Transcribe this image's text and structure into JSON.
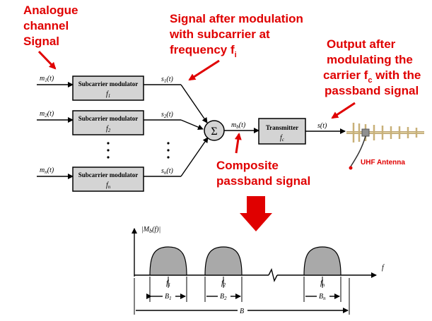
{
  "callouts": {
    "analogue_line1": "Analogue",
    "analogue_line2": "channel",
    "analogue_line3": "Signal",
    "modulation_line1": "Signal after modulation",
    "modulation_line2": "with subcarrier at",
    "modulation_line3": "frequency f",
    "modulation_sub": "i",
    "output_line1": "Output after",
    "output_line2": "modulating the",
    "output_line3": "carrier f",
    "output_sub": "c",
    "output_line3_rest": " with the",
    "output_line4": "passband signal",
    "composite_line1": "Composite",
    "composite_line2": "passband signal",
    "antenna": "UHF Antenna"
  },
  "block_diagram": {
    "inputs": [
      "m",
      "m",
      "m"
    ],
    "input_subs": [
      "1",
      "2",
      "n"
    ],
    "modulator_label": "Subcarrier modulator",
    "modulator_freqs": [
      "f",
      "f",
      "f"
    ],
    "modulator_freq_subs": [
      "1",
      "2",
      "n"
    ],
    "outputs": [
      "s",
      "s",
      "s"
    ],
    "output_subs": [
      "1",
      "2",
      "n"
    ],
    "arg_t": "(t)",
    "summer_symbol": "Σ",
    "composite_signal": "m",
    "composite_sub": "b",
    "transmitter_label": "Transmitter",
    "transmitter_freq": "f",
    "transmitter_freq_sub": "c",
    "tx_output": "s(t)"
  },
  "spectrum": {
    "ylabel": "|M",
    "ylabel_sub": "b",
    "ylabel_rest": "(f)|",
    "xlabel": "f",
    "centers": [
      "f",
      "f",
      "f"
    ],
    "center_subs": [
      "1",
      "2",
      "n"
    ],
    "bandwidths": [
      "B",
      "B",
      "B"
    ],
    "bandwidth_subs": [
      "1",
      "2",
      "n"
    ],
    "total_bandwidth": "B"
  },
  "colors": {
    "callout": "#e00000",
    "block_fill": "#d4d4d4",
    "spectrum_fill": "#a9a9a9"
  }
}
